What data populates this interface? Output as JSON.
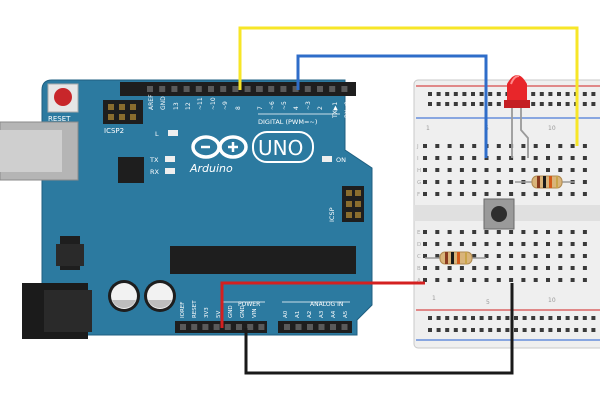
{
  "board": {
    "reset_label": "RESET",
    "icsp2_label": "ICSP2",
    "icsp_label": "ICSP",
    "aref_label": "AREF",
    "gnd_label": "GND",
    "d13_label": "13",
    "d12_label": "12",
    "d11_label": "~11",
    "d10_label": "~10",
    "d9_label": "~9",
    "d8_label": "8",
    "d7_label": "7",
    "d6_label": "~6",
    "d5_label": "~5",
    "d4_label": "4",
    "d3_label": "~3",
    "d2_label": "2",
    "tx_pin_label": "TX▶1",
    "rx_pin_label": "RX◀0",
    "digital_label": "DIGITAL (PWM=~)",
    "l_label": "L",
    "tx_label": "TX",
    "rx_label": "RX",
    "on_label": "ON",
    "brand_label": "Arduino",
    "model_label": "UNO",
    "power_label": "POWER",
    "analog_label": "ANALOG IN",
    "ioref_label": "IOREF",
    "reset_pin_label": "RESET",
    "v33_label": "3V3",
    "v5_label": "5V",
    "gnd1_label": "GND",
    "gnd2_label": "GND",
    "vin_label": "VIN",
    "a0_label": "A0",
    "a1_label": "A1",
    "a2_label": "A2",
    "a3_label": "A3",
    "a4_label": "A4",
    "a5_label": "A5"
  },
  "breadboard": {
    "row_labels": [
      "J",
      "I",
      "H",
      "G",
      "F",
      "E",
      "D",
      "C",
      "B",
      "A"
    ],
    "col_1": "1",
    "col_5": "5",
    "col_10": "10"
  },
  "colors": {
    "board": "#2c7aa0",
    "wire_yellow": "#f7e627",
    "wire_blue": "#2f6dc9",
    "wire_red": "#d42020",
    "wire_black": "#1a1a1a",
    "led": "#e8262a"
  }
}
